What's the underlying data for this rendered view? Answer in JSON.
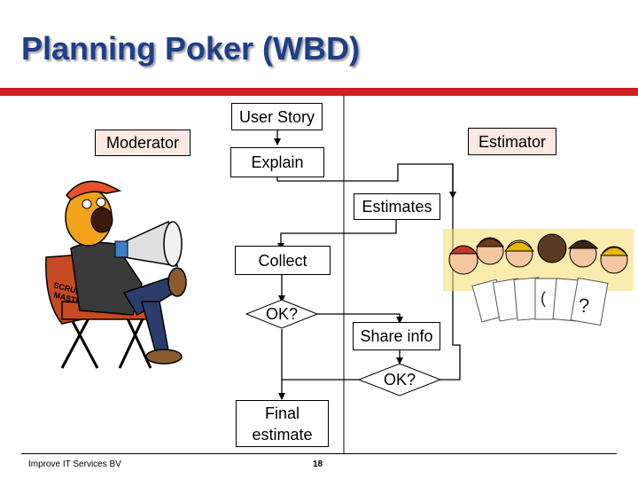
{
  "title": "Planning Poker (WBD)",
  "roles": {
    "moderator": "Moderator",
    "estimator": "Estimator"
  },
  "steps": {
    "user_story": "User Story",
    "explain": "Explain",
    "estimates": "Estimates",
    "collect": "Collect",
    "ok1": "OK?",
    "share_info": "Share info",
    "ok2": "OK?",
    "final_estimate_line1": "Final",
    "final_estimate_line2": "estimate"
  },
  "illustrations": {
    "moderator_icon": "scrum-master-megaphone-icon",
    "moderator_chair_text_1": "SCRUM",
    "moderator_chair_text_2": "MASTER",
    "estimators_icon": "team-with-poker-cards-icon"
  },
  "footer": {
    "company": "Improve IT Services BV",
    "page_number": "18"
  },
  "colors": {
    "title": "#1f3f86",
    "accent_rule": "#cc1f1f",
    "role_box_fill": "#fde9e2"
  }
}
